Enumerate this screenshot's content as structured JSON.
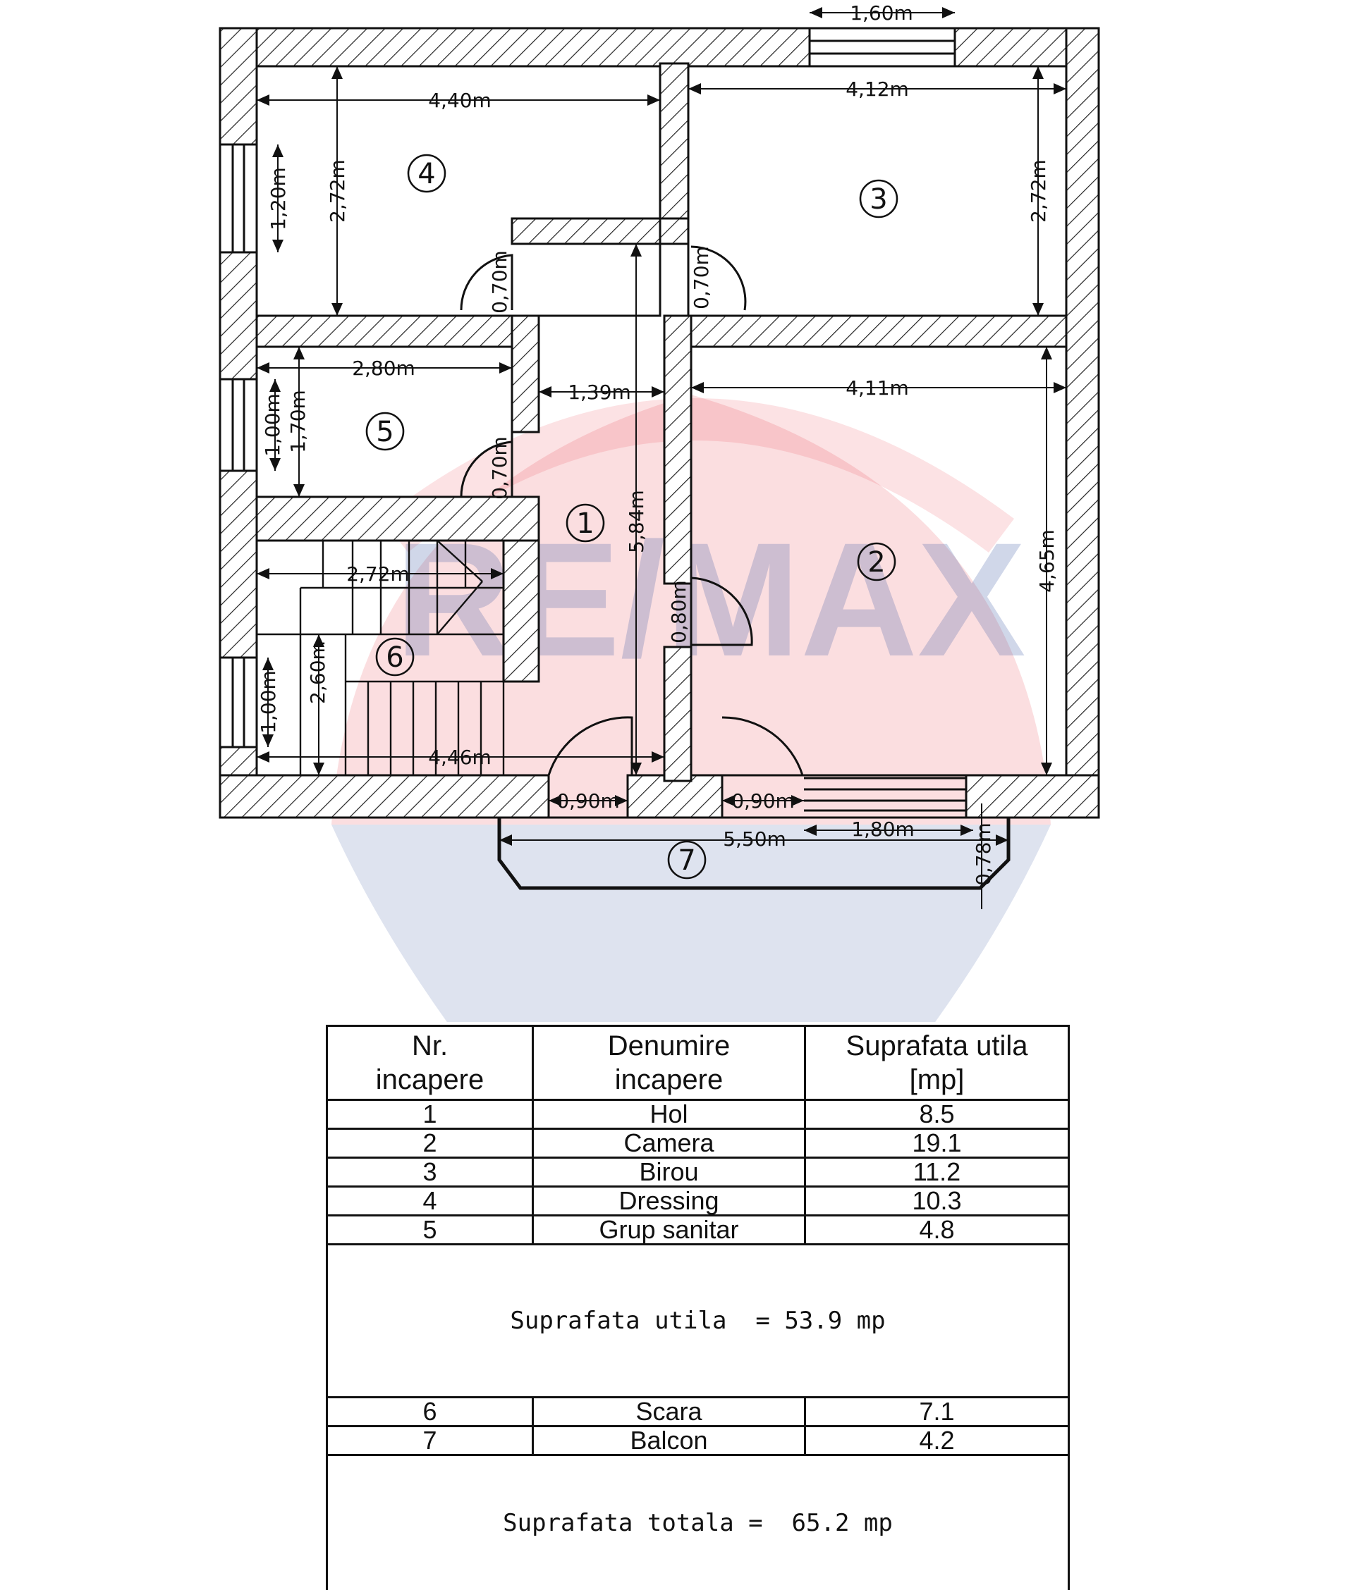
{
  "watermark": {
    "brand": "RE/MAX",
    "colors": {
      "red": "#e8343f",
      "blue": "#2f4f9e"
    }
  },
  "plan": {
    "rooms": [
      {
        "num": "1"
      },
      {
        "num": "2"
      },
      {
        "num": "3"
      },
      {
        "num": "4"
      },
      {
        "num": "5"
      },
      {
        "num": "6"
      },
      {
        "num": "7"
      }
    ],
    "dimensions": {
      "window_top": "1,60m",
      "room4_width": "4,40m",
      "room3_width": "4,12m",
      "window4": "1,20m",
      "room4_height": "2,72m",
      "room3_height": "2,72m",
      "door4": "0,70m",
      "door3": "0,70m",
      "room5_width": "2,80m",
      "hall_width": "1,39m",
      "room2_width": "4,11m",
      "window5": "1,00m",
      "room5_height": "1,70m",
      "door5": "0,70m",
      "hall_length": "5,84m",
      "room2_height": "4,65m",
      "stair_width": "2,72m",
      "door2": "0,80m",
      "stair_height": "2,60m",
      "window6": "1,00m",
      "bottom_width": "4,46m",
      "door_bottom_left": "0,90m",
      "door_bottom_right": "0,90m",
      "balcony_width": "5,50m",
      "balcony_window": "1,80m",
      "balcony_depth": "0,78m"
    }
  },
  "table": {
    "headers": {
      "nr_line1": "Nr.",
      "nr_line2": "incapere",
      "name_line1": "Denumire",
      "name_line2": "incapere",
      "area_line1": "Suprafata utila",
      "area_line2": "[mp]"
    },
    "rows_main": [
      {
        "nr": "1",
        "name": "Hol",
        "area": "8.5"
      },
      {
        "nr": "2",
        "name": "Camera",
        "area": "19.1"
      },
      {
        "nr": "3",
        "name": "Birou",
        "area": "11.2"
      },
      {
        "nr": "4",
        "name": "Dressing",
        "area": "10.3"
      },
      {
        "nr": "5",
        "name": "Grup sanitar",
        "area": "4.8"
      }
    ],
    "subtotal": "Suprafata utila  = 53.9 mp",
    "rows_extra": [
      {
        "nr": "6",
        "name": "Scara",
        "area": "7.1"
      },
      {
        "nr": "7",
        "name": "Balcon",
        "area": "4.2"
      }
    ],
    "total": "Suprafata totala =  65.2 mp"
  }
}
